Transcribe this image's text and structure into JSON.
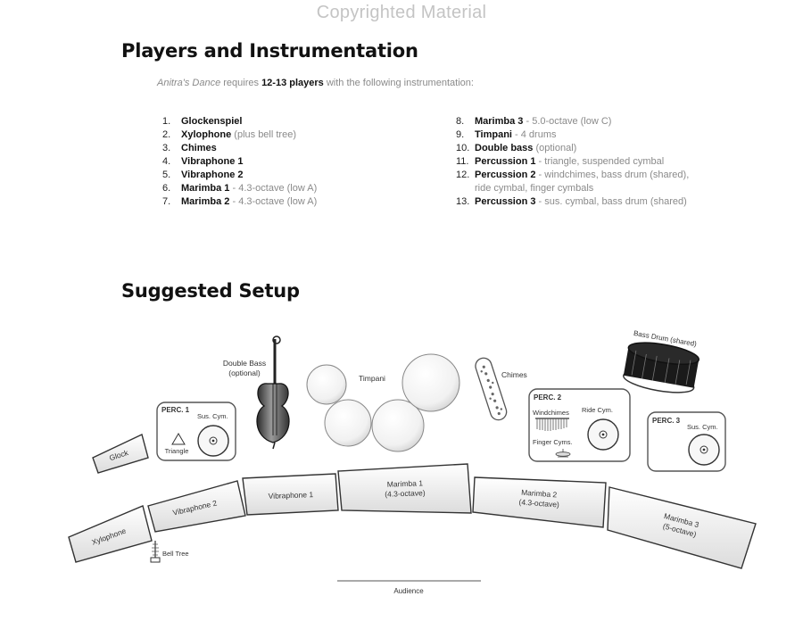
{
  "watermark": "Copyrighted Material",
  "players": {
    "title": "Players and Instrumentation",
    "intro": {
      "work": "Anitra's Dance",
      "text1": " requires ",
      "count": "12-13 players",
      "text2": " with the following instrumentation:"
    },
    "left": [
      {
        "num": "1.",
        "name": "Glockenspiel",
        "detail": ""
      },
      {
        "num": "2.",
        "name": "Xylophone",
        "detail": " (plus bell tree)"
      },
      {
        "num": "3.",
        "name": "Chimes",
        "detail": ""
      },
      {
        "num": "4.",
        "name": "Vibraphone 1",
        "detail": ""
      },
      {
        "num": "5.",
        "name": "Vibraphone 2",
        "detail": ""
      },
      {
        "num": "6.",
        "name": "Marimba 1",
        "detail": " - 4.3-octave (low A)"
      },
      {
        "num": "7.",
        "name": "Marimba 2",
        "detail": " - 4.3-octave (low A)"
      }
    ],
    "right": [
      {
        "num": "8.",
        "name": "Marimba 3",
        "detail": " - 5.0-octave (low C)",
        "cont": ""
      },
      {
        "num": "9.",
        "name": "Timpani",
        "detail": " - 4 drums",
        "cont": ""
      },
      {
        "num": "10.",
        "name": "Double bass",
        "detail": " (optional)",
        "cont": ""
      },
      {
        "num": "11.",
        "name": "Percussion 1",
        "detail": " - triangle, suspended cymbal",
        "cont": ""
      },
      {
        "num": "12.",
        "name": "Percussion 2",
        "detail": " - windchimes, bass drum (shared),",
        "cont": "ride cymbal, finger cymbals"
      },
      {
        "num": "13.",
        "name": "Percussion 3",
        "detail": " - sus. cymbal, bass drum (shared)",
        "cont": ""
      }
    ]
  },
  "setup": {
    "title": "Suggested Setup",
    "labels": {
      "double_bass_1": "Double Bass",
      "double_bass_2": "(optional)",
      "timpani": "Timpani",
      "chimes": "Chimes",
      "bass_drum": "Bass Drum (shared)",
      "perc1": "PERC. 1",
      "perc1_cym": "Sus. Cym.",
      "triangle": "Triangle",
      "perc2": "PERC. 2",
      "windchimes": "Windchimes",
      "ride_cym": "Ride Cym.",
      "finger_cyms": "Finger Cyms.",
      "perc3": "PERC. 3",
      "perc3_cym": "Sus. Cym.",
      "glock": "Glock",
      "xylophone": "Xylophone",
      "bell_tree": "Bell Tree",
      "vibraphone2": "Vibraphone 2",
      "vibraphone1": "Vibraphone 1",
      "marimba1_1": "Marimba 1",
      "marimba1_2": "(4.3-octave)",
      "marimba2_1": "Marimba 2",
      "marimba2_2": "(4.3-octave)",
      "marimba3_1": "Marimba 3",
      "marimba3_2": "(5-octave)",
      "audience": "Audience"
    }
  }
}
